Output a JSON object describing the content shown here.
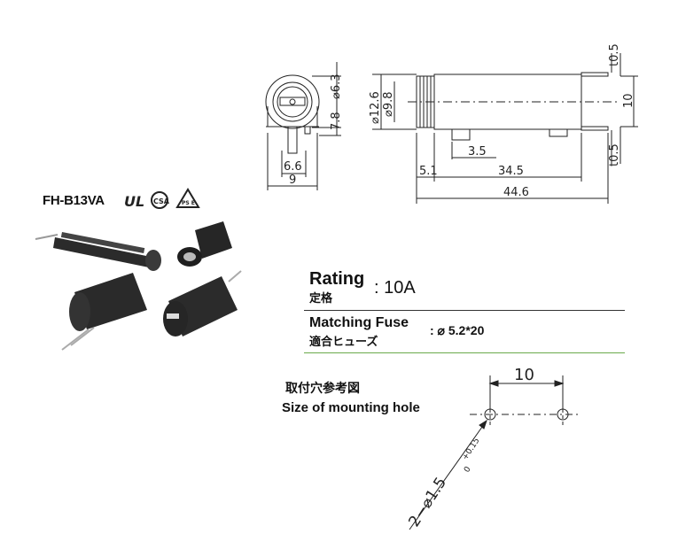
{
  "model": {
    "name": "FH-B13VA"
  },
  "certs": {
    "ul": "UL",
    "csa": "CSA",
    "pse": "PS E"
  },
  "rating": {
    "label_en": "Rating",
    "label_jp": "定格",
    "value": ": 10A"
  },
  "matching_fuse": {
    "label_en": "Matching Fuse",
    "label_jp": "適合ヒューズ",
    "value": ": ⌀ 5.2*20"
  },
  "mounting_hole": {
    "title_jp": "取付穴参考図",
    "title_en": "Size of mounting hole"
  },
  "dims": {
    "d63": "⌀6.3",
    "d78": "7.8",
    "d66": "6.6",
    "d9": "9",
    "d126": "⌀12.6",
    "d98": "⌀9.8",
    "t05_top": "t0.5",
    "d10_side": "10",
    "t05_bot": "t0.5",
    "d35": "3.5",
    "d51": "5.1",
    "d345": "34.5",
    "d446": "44.6",
    "hole_spacing": "10",
    "hole_dia": "2−⌀1.5",
    "hole_tol_plus": "+0.15",
    "hole_tol_zero": "0"
  },
  "colors": {
    "rule_green": "#6aaa4a",
    "photo_body": "#2b2b2b"
  }
}
